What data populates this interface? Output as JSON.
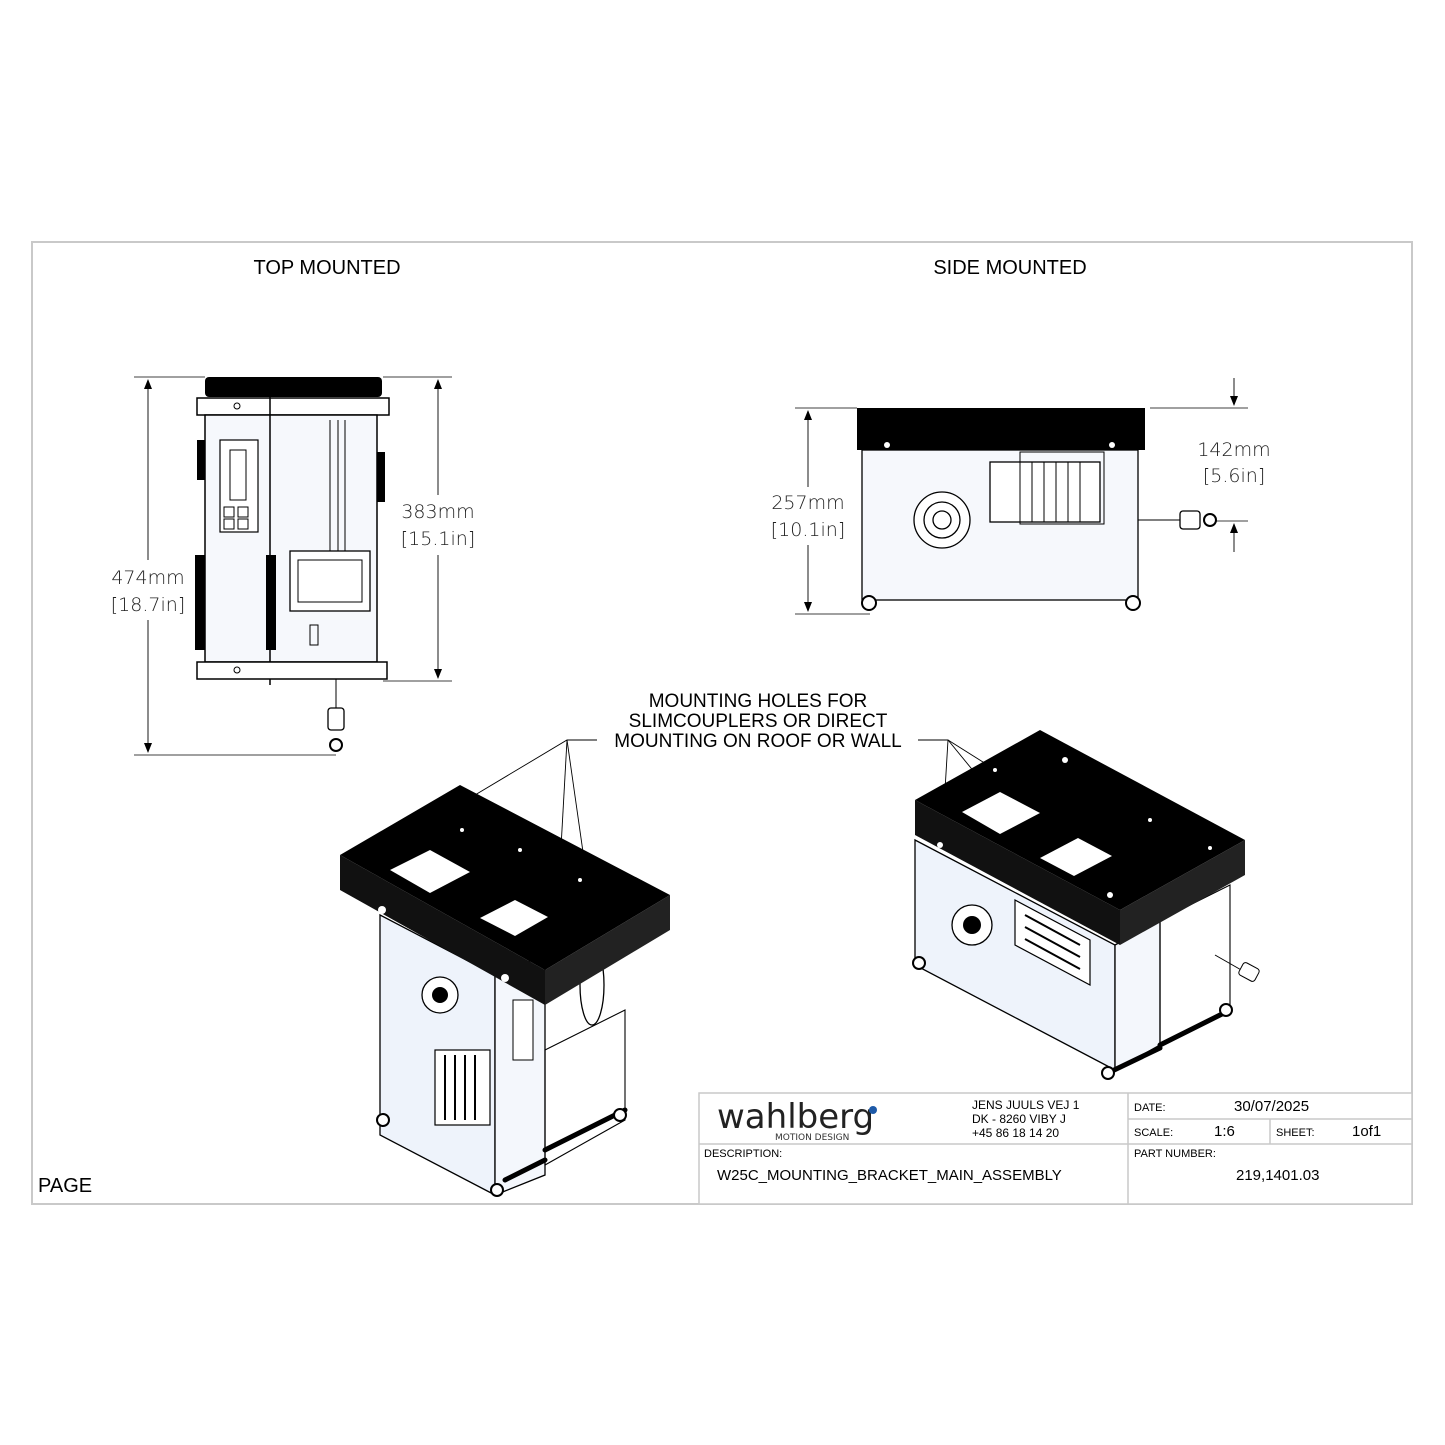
{
  "views": {
    "top_title": "TOP MOUNTED",
    "side_title": "SIDE MOUNTED"
  },
  "dimensions": {
    "top_overall_mm": "474mm",
    "top_overall_in": "[18.7in]",
    "top_body_mm": "383mm",
    "top_body_in": "[15.1in]",
    "side_height_mm": "257mm",
    "side_height_in": "[10.1in]",
    "side_hook_mm": "142mm",
    "side_hook_in": "[5.6in]"
  },
  "callout": {
    "line1": "MOUNTING HOLES FOR",
    "line2": "SLIMCOUPLERS OR DIRECT",
    "line3": "MOUNTING ON ROOF OR WALL"
  },
  "page_label": "PAGE",
  "title_block": {
    "logo_text": "wahlberg",
    "logo_sub": "MOTION DESIGN",
    "address_line1": "JENS JUULS VEJ 1",
    "address_line2": "DK - 8260 VIBY J",
    "address_line3": "+45 86 18 14 20",
    "date_label": "DATE:",
    "date_value": "30/07/2025",
    "scale_label": "SCALE:",
    "scale_value": "1:6",
    "sheet_label": "SHEET:",
    "sheet_value": "1of1",
    "description_label": "DESCRIPTION:",
    "description_value": "W25C_MOUNTING_BRACKET_MAIN_ASSEMBLY",
    "part_number_label": "PART NUMBER:",
    "part_number_value": "219,1401.03"
  },
  "colors": {
    "frame": "#c9c9c9",
    "ink": "#000000",
    "panel": "#eef3fb",
    "logo_accent": "#1e5aa8"
  }
}
